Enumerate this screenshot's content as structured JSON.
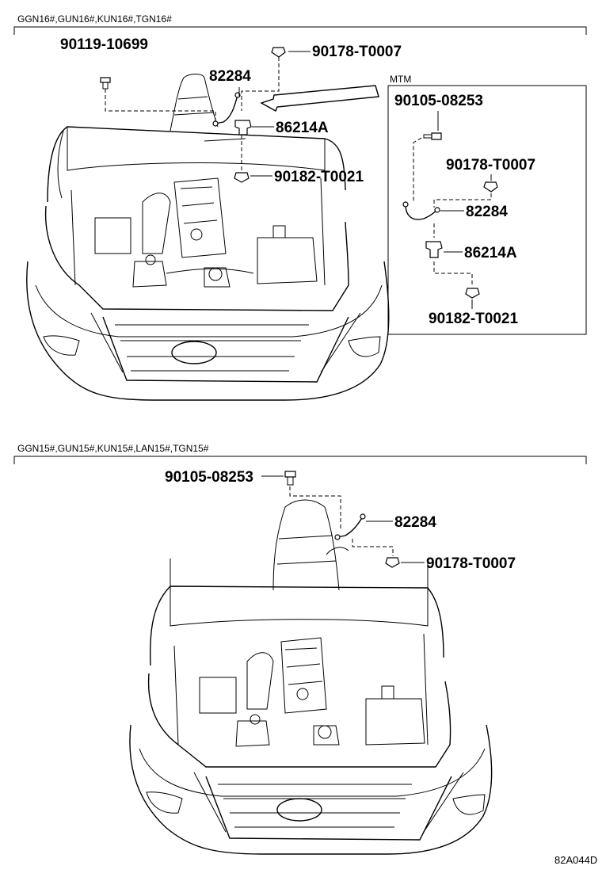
{
  "sections": {
    "top": {
      "header": "GGN16#,GUN16#,KUN16#,TGN16#",
      "labels": {
        "bolt": "90119-10699",
        "clip_top": "90178-T0007",
        "wire": "82284",
        "bracket": "86214A",
        "nut": "90182-T0021"
      }
    },
    "mtm": {
      "title": "MTM",
      "labels": {
        "bolt": "90105-08253",
        "clip": "90178-T0007",
        "wire": "82284",
        "bracket": "86214A",
        "nut": "90182-T0021"
      }
    },
    "bottom": {
      "header": "GGN15#,GUN15#,KUN15#,LAN15#,TGN15#",
      "labels": {
        "bolt": "90105-08253",
        "wire": "82284",
        "clip": "90178-T0007"
      }
    }
  },
  "figure_code": "82A044D"
}
